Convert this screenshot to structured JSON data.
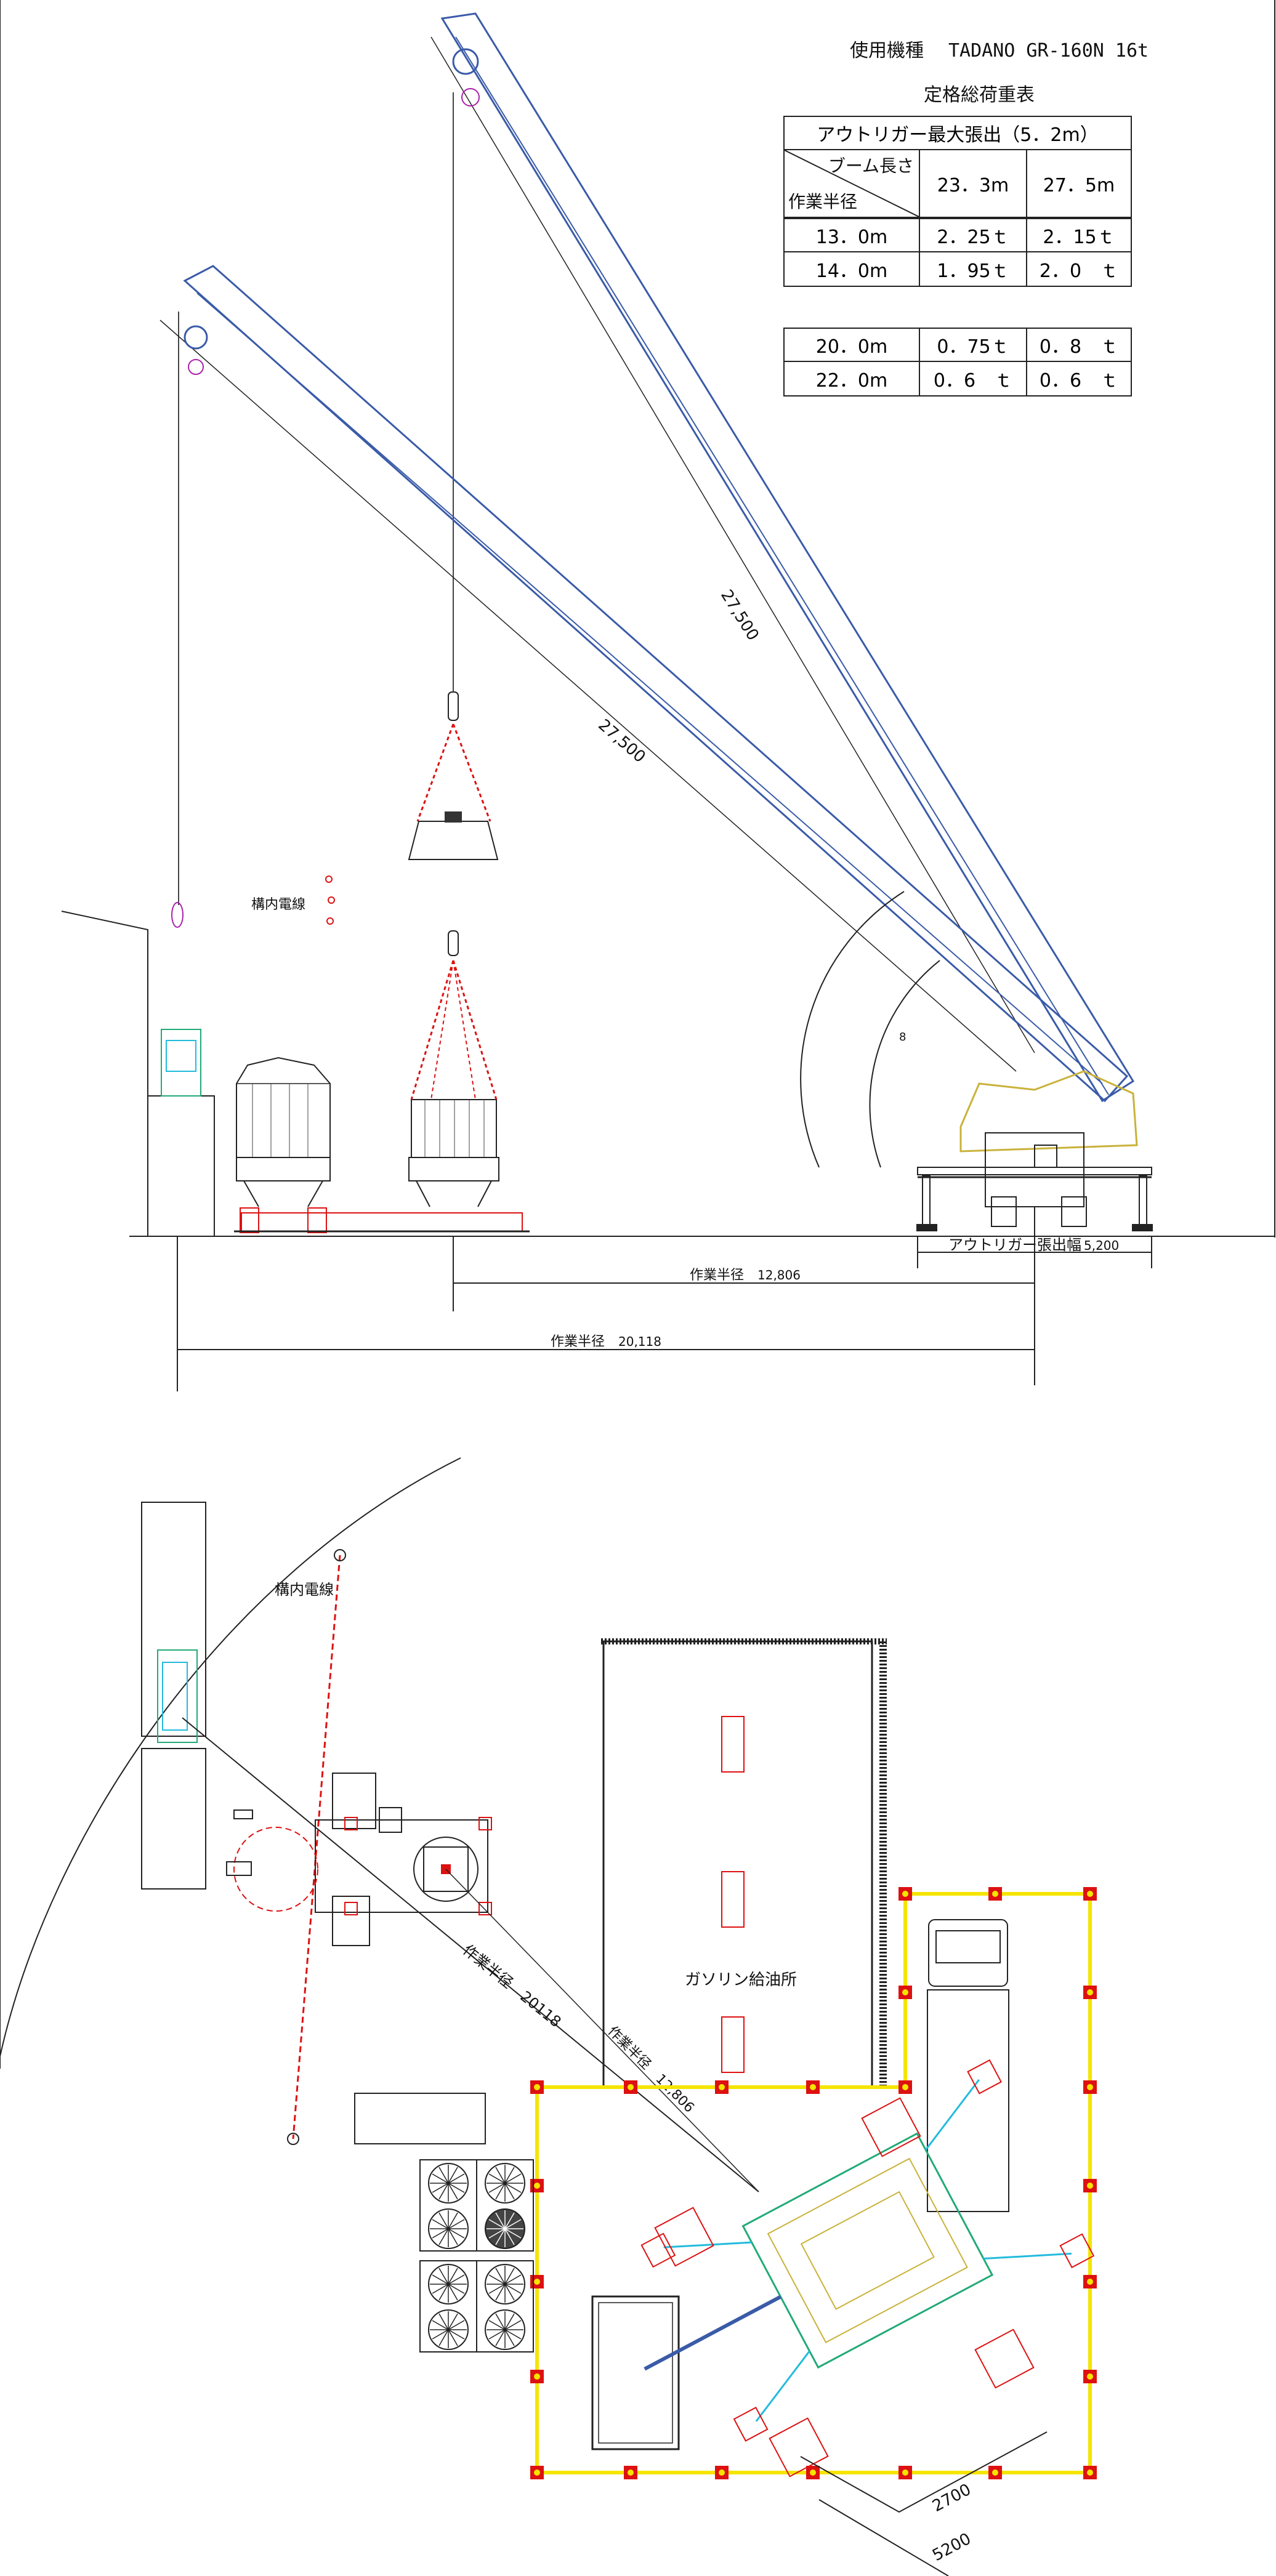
{
  "header": {
    "machine_label": "使用機種",
    "machine_model": "TADANO GR-160N 16t",
    "table_title": "定格総荷重表"
  },
  "load_table": {
    "outrigger_header": "アウトリガー最大張出（5．2m）",
    "boom_length_label": "ブーム長さ",
    "work_radius_label": "作業半径",
    "col1": "23．3m",
    "col2": "27．5m",
    "rows_a": [
      {
        "radius": "13．0m",
        "v1": "2．25ｔ",
        "v2": "2．15ｔ"
      },
      {
        "radius": "14．0m",
        "v1": "1．95ｔ",
        "v2": "2．0　ｔ"
      }
    ],
    "rows_b": [
      {
        "radius": "20．0m",
        "v1": "0．75ｔ",
        "v2": "0．8　ｔ"
      },
      {
        "radius": "22．0m",
        "v1": "0．6　ｔ",
        "v2": "0．6　ｔ"
      }
    ]
  },
  "elevation": {
    "boom_dim_1": "27,500",
    "boom_dim_2": "27,500",
    "power_line_label": "構内電線",
    "outrigger_width_label": "アウトリガー張出幅",
    "outrigger_width_value": "5,200",
    "radius_1_label": "作業半径",
    "radius_1_value": "12,806",
    "radius_2_label": "作業半径",
    "radius_2_value": "20,118",
    "angle_small": "8"
  },
  "plan": {
    "power_line_label": "構内電線",
    "gas_station_label": "ガソリン給油所",
    "radius_a": "作業半径　20118",
    "radius_b": "作業半径　12,806",
    "dim_2700": "2700",
    "dim_5200": "5200"
  },
  "colors": {
    "boom": "#3a5ba8",
    "crane_body": "#c9b23a",
    "sling": "#d11",
    "barrier": "#f5e400",
    "line": "#222"
  }
}
